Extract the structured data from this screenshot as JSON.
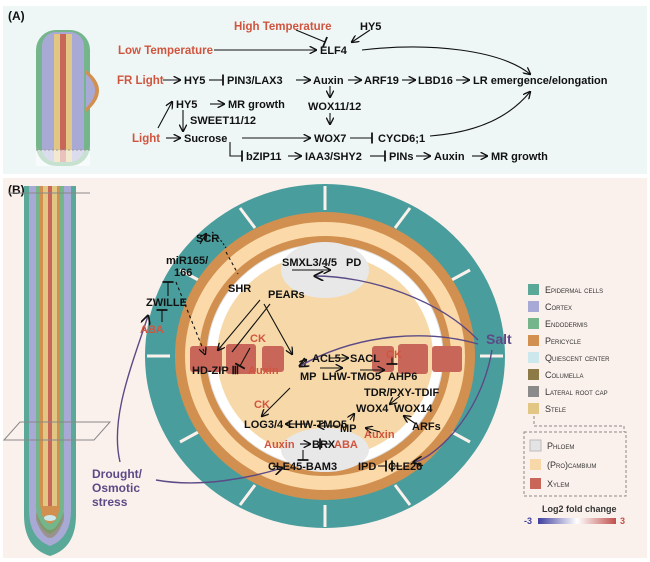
{
  "panel_a": {
    "label": "(A)",
    "nodes": {
      "high_temp": "High Temperature",
      "hy5_top": "HY5",
      "low_temp": "Low Temperature",
      "elf4": "ELF4",
      "fr_light": "FR Light",
      "hy5_fr": "HY5",
      "pin3": "PIN3/LAX3",
      "auxin": "Auxin",
      "arf19": "ARF19",
      "lbd16": "LBD16",
      "lr": "LR emergence/elongation",
      "hy5_l": "HY5",
      "mr_growth_1": "MR growth",
      "wox1112": "WOX11/12",
      "sweet": "SWEET11/12",
      "light": "Light",
      "sucrose": "Sucrose",
      "wox7": "WOX7",
      "cycd6": "CYCD6;1",
      "bzip11": "bZIP11",
      "iaa3": "IAA3/SHY2",
      "pins": "PINs",
      "auxin2": "Auxin",
      "mr_growth_2": "MR growth"
    }
  },
  "panel_b": {
    "label": "(B)",
    "nodes": {
      "scr": "SCR",
      "mir": "miR165/",
      "mir2": "166",
      "shr": "SHR",
      "zwille": "ZWILLE",
      "aba": "ABA",
      "smxl": "SMXL3/4/5",
      "pd": "PD",
      "pears": "PEARs",
      "ck1": "CK",
      "hdzip": "HD-ZIP Ⅲ",
      "auxin": "Auxin",
      "acl5": "ACL5",
      "sacl": "SACL",
      "ck2": "CK",
      "mp": "MP",
      "lhw": "LHW-TMO5",
      "ahp6": "AHP6",
      "tdr": "TDR/PXY-TDIF",
      "ck3": "CK",
      "wox4": "WOX4",
      "wox14": "WOX14",
      "log": "LOG3/4",
      "lhw2": "LHW-TMO5",
      "mp2": "MP",
      "auxin2": "Auxin",
      "arfs": "ARFs",
      "auxin3": "Auxin",
      "brx": "BRX",
      "aba2": "ABA",
      "cle45": "CLE45-BAM3",
      "ipd": "IPD",
      "cle26": "CLE26",
      "salt": "Salt",
      "drought1": "Drought/",
      "drought2": "Osmotic",
      "drought3": "stress"
    },
    "legend": [
      {
        "label": "Epidermal cells",
        "color": "#5aa898"
      },
      {
        "label": "Cortex",
        "color": "#a9a9d6"
      },
      {
        "label": "Endodermis",
        "color": "#74b58c"
      },
      {
        "label": "Pericycle",
        "color": "#d1904f"
      },
      {
        "label": "Quiescent center",
        "color": "#cce8ec"
      },
      {
        "label": "Columella",
        "color": "#8c7b46"
      },
      {
        "label": "Lateral root cap",
        "color": "#8a8a8a"
      },
      {
        "label": "Stele",
        "color": "#e2c784"
      },
      {
        "label": "Phloem",
        "color": "#e4e4e4"
      },
      {
        "label": "(Pro)cambium",
        "color": "#f7d9a9"
      },
      {
        "label": "Xylem",
        "color": "#c9665a"
      }
    ],
    "scale": {
      "title": "Log2 fold change",
      "min": "-3",
      "max": "3",
      "colors": [
        "#3f3f9f",
        "#ffffff",
        "#c0504d"
      ]
    }
  }
}
